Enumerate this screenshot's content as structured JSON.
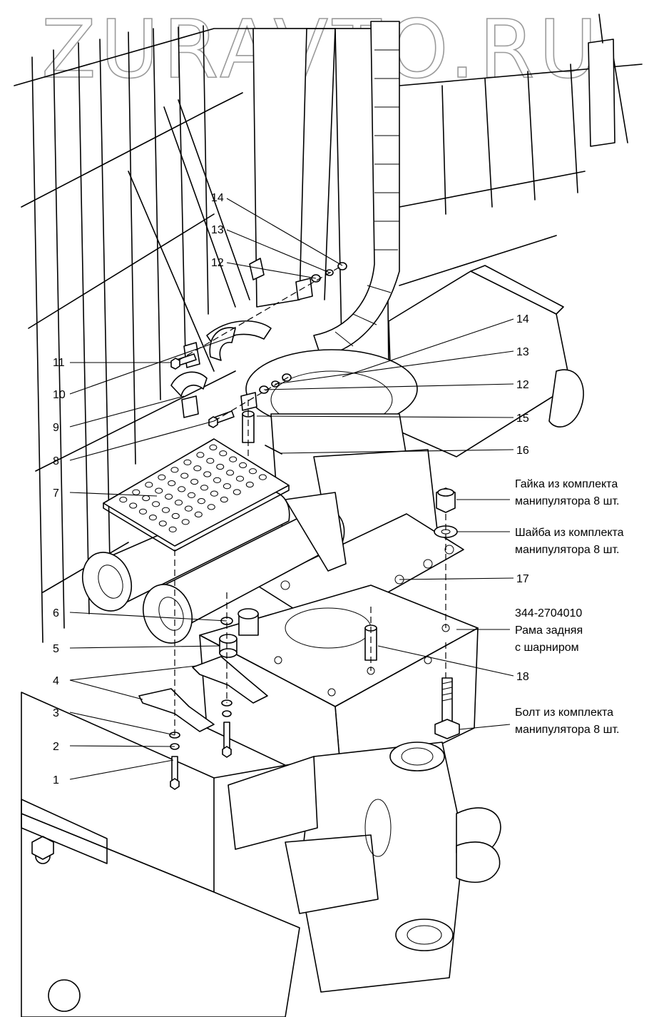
{
  "watermark": "ZURAVTO.RU",
  "callouts": {
    "c14a": "14",
    "c13a": "13",
    "c12a": "12",
    "c11": "11",
    "c10": "10",
    "c9": "9",
    "c8": "8",
    "c7": "7",
    "c6": "6",
    "c5": "5",
    "c4": "4",
    "c3": "3",
    "c2": "2",
    "c1": "1",
    "c14b": "14",
    "c13b": "13",
    "c12b": "12",
    "c15": "15",
    "c16": "16",
    "c17": "17",
    "c18": "18"
  },
  "notes": {
    "nut_line1": "Гайка из комплекта",
    "nut_line2": "манипулятора 8 шт.",
    "washer_line1": "Шайба из комплекта",
    "washer_line2": "манипулятора 8 шт.",
    "frame_line1": "344-2704010",
    "frame_line2": "Рама задняя",
    "frame_line3": "с шарниром",
    "bolt_line1": "Болт из комплекта",
    "bolt_line2": "манипулятора 8 шт."
  }
}
